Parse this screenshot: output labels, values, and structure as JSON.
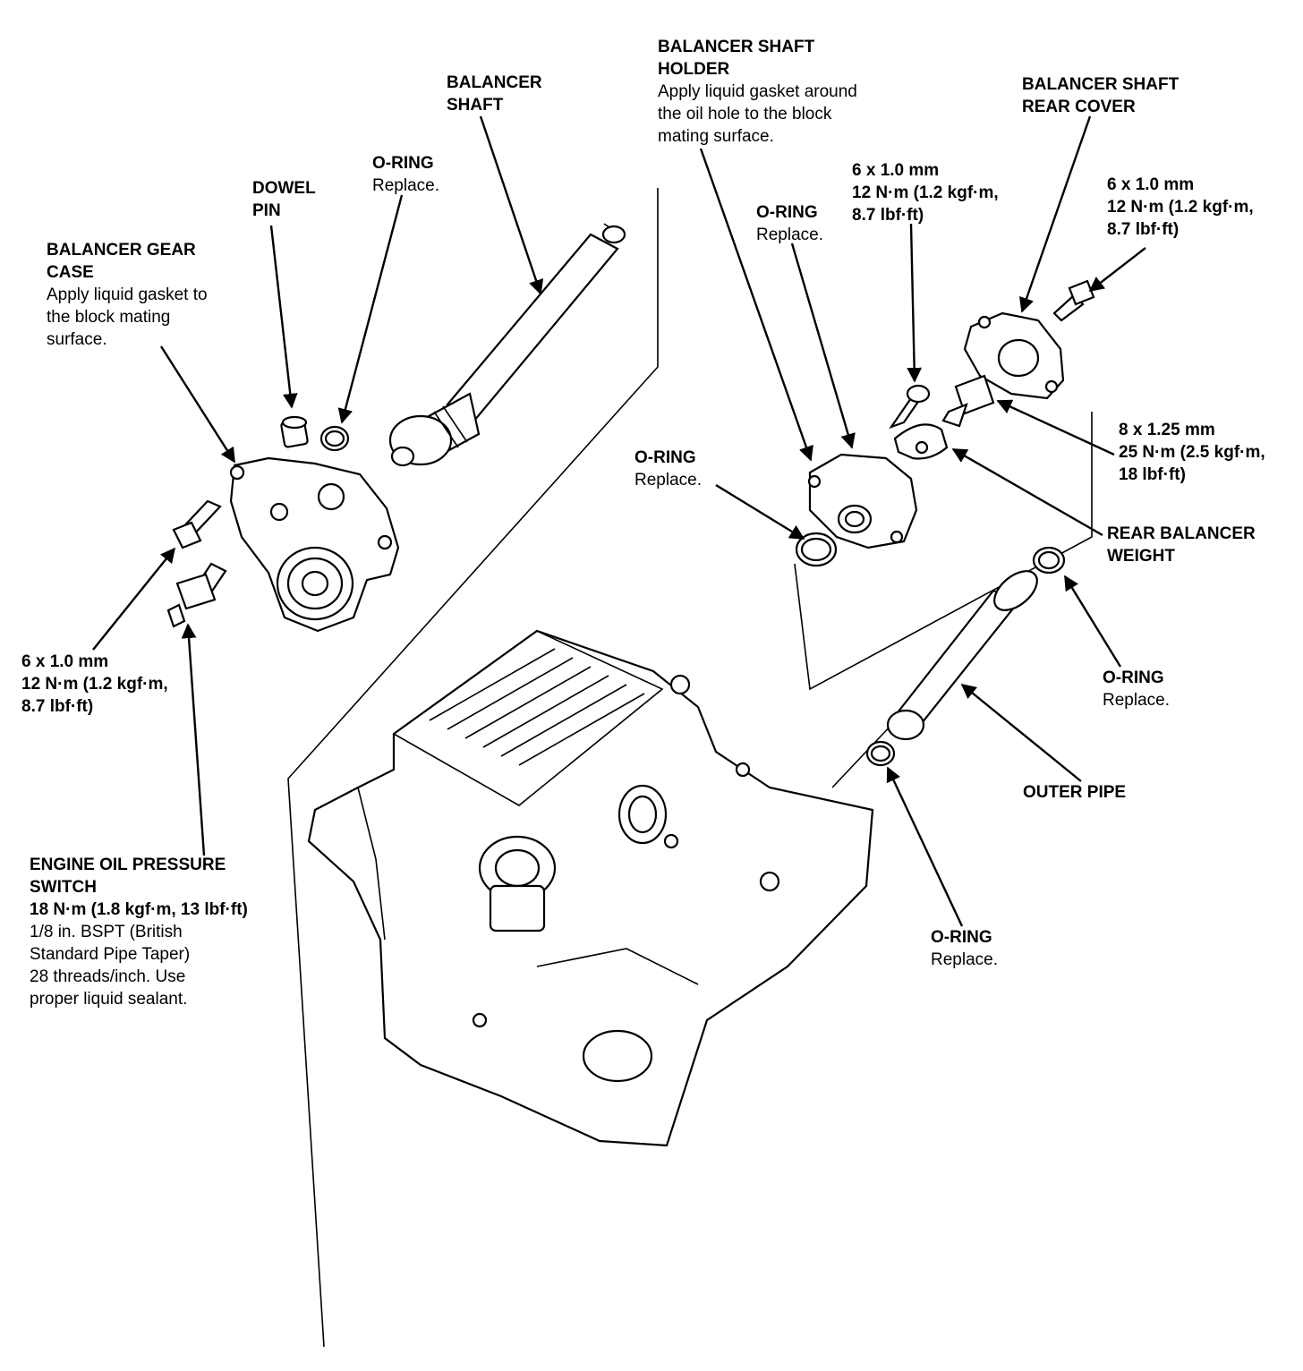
{
  "colors": {
    "ink": "#000000",
    "paper": "#ffffff"
  },
  "callouts": {
    "balancer_shaft": {
      "lines": [
        "BALANCER",
        "SHAFT"
      ]
    },
    "balancer_shaft_holder": {
      "lines": [
        "BALANCER SHAFT",
        "HOLDER"
      ],
      "notes": [
        "Apply liquid gasket around",
        "the oil hole to the block",
        "mating surface."
      ]
    },
    "balancer_shaft_rear_cover": {
      "lines": [
        "BALANCER SHAFT",
        "REAR COVER"
      ]
    },
    "dowel_pin": {
      "lines": [
        "DOWEL",
        "PIN"
      ]
    },
    "o_ring_top": {
      "lines": [
        "O-RING"
      ],
      "notes": [
        "Replace."
      ]
    },
    "bolt_6x1_holder": {
      "lines": [
        "6 x 1.0 mm",
        "12 N·m (1.2 kgf·m,",
        "8.7 lbf·ft)"
      ]
    },
    "bolt_6x1_cover": {
      "lines": [
        "6 x 1.0 mm",
        "12 N·m (1.2 kgf·m,",
        "8.7 lbf·ft)"
      ]
    },
    "o_ring_holder": {
      "lines": [
        "O-RING"
      ],
      "notes": [
        "Replace."
      ]
    },
    "balancer_gear_case": {
      "lines": [
        "BALANCER GEAR",
        "CASE"
      ],
      "notes": [
        "Apply liquid gasket to",
        "the block mating",
        "surface."
      ]
    },
    "o_ring_holder_left": {
      "lines": [
        "O-RING"
      ],
      "notes": [
        "Replace."
      ]
    },
    "bolt_8x125": {
      "lines": [
        "8 x 1.25 mm",
        "25 N·m (2.5 kgf·m,",
        "18 lbf·ft)"
      ]
    },
    "rear_balancer_weight": {
      "lines": [
        "REAR BALANCER",
        "WEIGHT"
      ]
    },
    "bolt_6x1_left": {
      "lines": [
        "6 x 1.0 mm",
        "12 N·m (1.2 kgf·m,",
        "8.7 lbf·ft)"
      ]
    },
    "o_ring_right": {
      "lines": [
        "O-RING"
      ],
      "notes": [
        "Replace."
      ]
    },
    "outer_pipe": {
      "lines": [
        "OUTER PIPE"
      ]
    },
    "engine_oil_pressure_switch": {
      "lines": [
        "ENGINE OIL PRESSURE",
        "SWITCH",
        "18 N·m (1.8 kgf·m, 13 lbf·ft)"
      ],
      "notes": [
        "1/8 in. BSPT (British",
        "Standard Pipe Taper)",
        "28 threads/inch. Use",
        "proper liquid sealant."
      ]
    },
    "o_ring_bottom": {
      "lines": [
        "O-RING"
      ],
      "notes": [
        "Replace."
      ]
    }
  }
}
